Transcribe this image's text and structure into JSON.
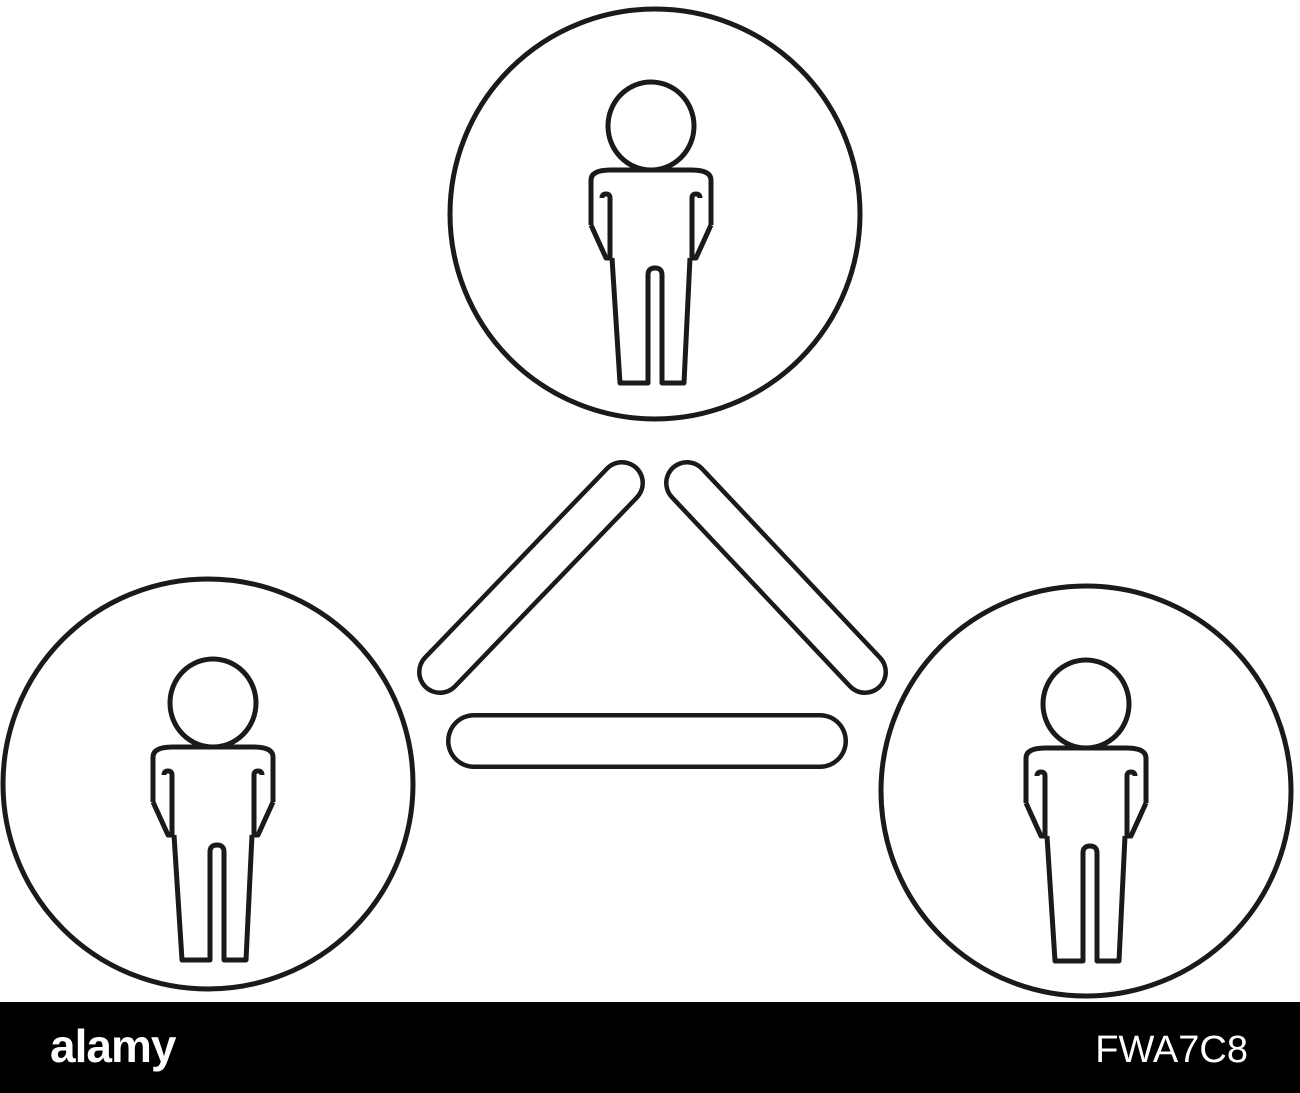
{
  "colors": {
    "background": "#ffffff",
    "stroke": "#1a1a1a",
    "footer_background": "#000000",
    "footer_text": "#ffffff"
  },
  "diagram": {
    "nodes": [
      {
        "icon": "person-icon"
      },
      {
        "icon": "person-icon"
      },
      {
        "icon": "person-icon"
      }
    ],
    "connectors": [
      {
        "from": 0,
        "to": 1
      },
      {
        "from": 0,
        "to": 2
      },
      {
        "from": 1,
        "to": 2
      }
    ]
  },
  "footer": {
    "brand": "alamy",
    "image_id": "FWA7C8"
  }
}
